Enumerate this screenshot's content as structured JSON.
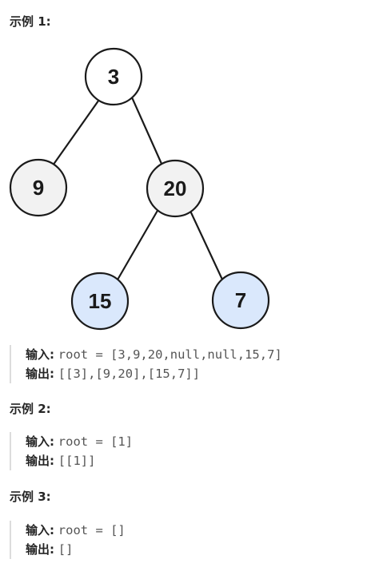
{
  "examples": [
    {
      "title": "示例 1:",
      "input_label": "输入:",
      "input_value": "root = [3,9,20,null,null,15,7]",
      "output_label": "输出:",
      "output_value": "[[3],[9,20],[15,7]]",
      "tree": {
        "nodes": [
          {
            "label": "3",
            "fill": "#ffffff"
          },
          {
            "label": "9",
            "fill": "#f2f2f2"
          },
          {
            "label": "20",
            "fill": "#f2f2f2"
          },
          {
            "label": "15",
            "fill": "#dae8fc"
          },
          {
            "label": "7",
            "fill": "#dae8fc"
          }
        ]
      }
    },
    {
      "title": "示例 2:",
      "input_label": "输入:",
      "input_value": "root = [1]",
      "output_label": "输出:",
      "output_value": "[[1]]"
    },
    {
      "title": "示例 3:",
      "input_label": "输入:",
      "input_value": "root = []",
      "output_label": "输出:",
      "output_value": "[]"
    }
  ]
}
